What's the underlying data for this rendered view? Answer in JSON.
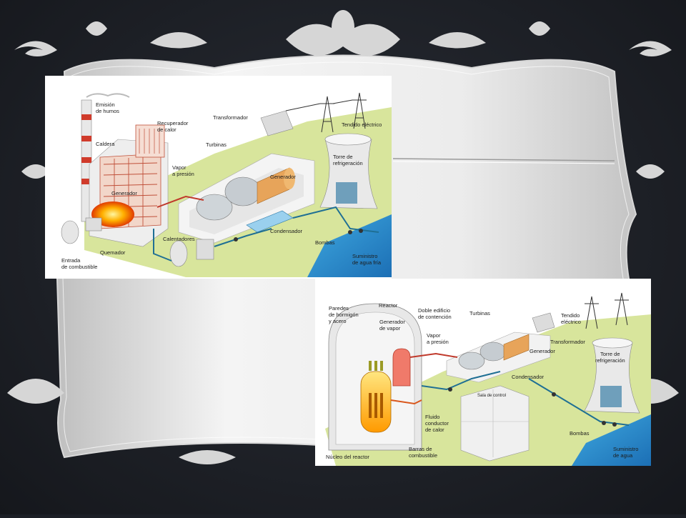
{
  "thermal": {
    "labels": {
      "emision": "Emisión",
      "humos": "de humos",
      "recuperador": "Recuperador",
      "de_calor": "de calor",
      "transformador": "Transformador",
      "tendido": "Tendido eléctrico",
      "caldera": "Caldera",
      "turbinas": "Turbinas",
      "vapor": "Vapor",
      "a_presion": "a presión",
      "torre": "Torre de",
      "refrigeracion": "refrigeración",
      "generador_caldera": "Generador",
      "generador": "Generador",
      "calentadores": "Calentadores",
      "condensador": "Condensador",
      "bombas": "Bombas",
      "entrada": "Entrada",
      "de_combustible": "de combustible",
      "quemador": "Quemador",
      "suministro": "Suministro",
      "agua_fria": "de agua fría"
    }
  },
  "nuclear": {
    "labels": {
      "paredes": "Paredes",
      "hormigon": "de hormigón",
      "acero": "y acero",
      "reactor": "Reactor",
      "doble": "Doble edificio",
      "contencion": "de contención",
      "turbinas": "Turbinas",
      "tendido": "Tendido",
      "electrico": "eléctrico",
      "generador_vapor": "Generador",
      "de_vapor": "de vapor",
      "vapor": "Vapor",
      "a_presion": "a presión",
      "transformador": "Transformador",
      "generador": "Generador",
      "torre": "Torre de",
      "refrigeracion": "refrigeración",
      "condensador": "Condensador",
      "sala": "Sala de control",
      "fluido": "Fluido",
      "conductor": "conductor",
      "de_calor": "de calor",
      "bombas": "Bombas",
      "nucleo": "Núcleo del reactor",
      "barras": "Barras de",
      "combustible": "combustible",
      "suministro": "Suministro",
      "de_agua": "de agua"
    }
  }
}
